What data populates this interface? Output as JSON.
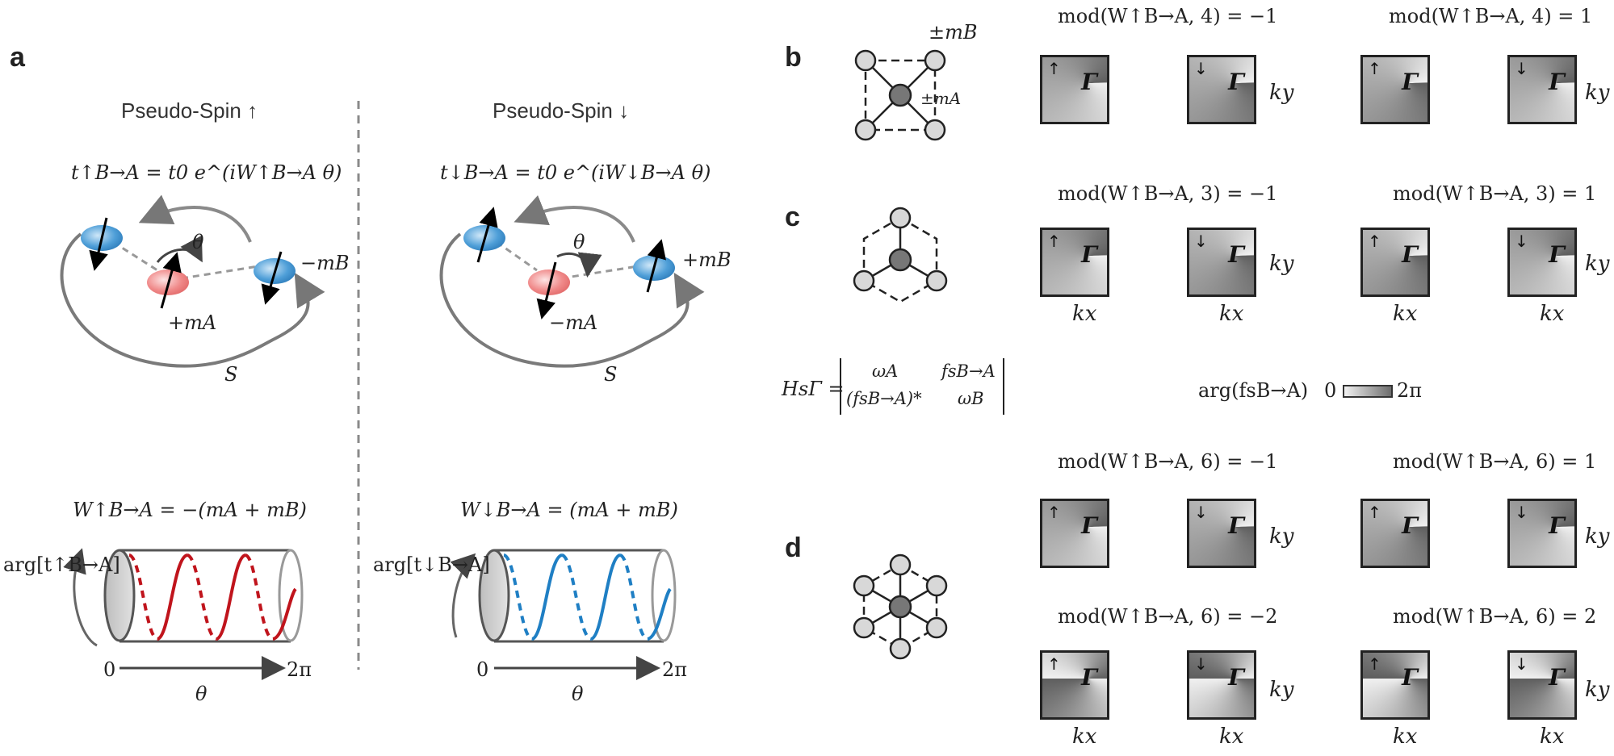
{
  "panel_a": {
    "letter": "a",
    "spin_up_title": "Pseudo-Spin ↑",
    "spin_down_title": "Pseudo-Spin ↓",
    "hop_up": "t↑B→A = t0 e^(iW↑B→A θ)",
    "hop_down": "t↓B→A = t0 e^(iW↓B→A θ)",
    "theta": "θ",
    "minus_mB": "−mB",
    "plus_mB": "+mB",
    "plus_mA": "+mA",
    "minus_mA": "−mA",
    "S": "S",
    "winding_up": "W↑B→A = −(mA + mB)",
    "winding_down": "W↓B→A = (mA + mB)",
    "arg_up": "arg[t↑B→A]",
    "arg_down": "arg[t↓B→A]",
    "axis_zero": "0",
    "axis_twopi": "2π",
    "axis_theta": "θ",
    "colors": {
      "blue": "#3b8fcf",
      "red": "#c0141c",
      "gray": "#777777"
    }
  },
  "panel_b": {
    "letter": "b",
    "pm_mB": "±mB",
    "pm_mA": "±mA",
    "header_left": "mod(W↑B→A, 4) = −1",
    "header_right": "mod(W↑B→A, 4) = 1"
  },
  "panel_c": {
    "letter": "c",
    "header_left": "mod(W↑B→A, 3) = −1",
    "header_right": "mod(W↑B→A, 3) = 1"
  },
  "hamiltonian": {
    "lhs": "HsΓ =",
    "a11": "ωA",
    "a12": "fsB→A",
    "a21": "(fsB→A)*",
    "a22": "ωB",
    "colorbar_label": "arg(fsB→A)",
    "colorbar_min": "0",
    "colorbar_max": "2π"
  },
  "panel_d": {
    "letter": "d",
    "header_1_left": "mod(W↑B→A, 6) = −1",
    "header_1_right": "mod(W↑B→A, 6) = 1",
    "header_2_left": "mod(W↑B→A, 6) = −2",
    "header_2_right": "mod(W↑B→A, 6) = 2"
  },
  "tiles": {
    "up": "↑",
    "down": "↓",
    "gamma": "Γ",
    "kx": "kx",
    "ky": "ky"
  }
}
